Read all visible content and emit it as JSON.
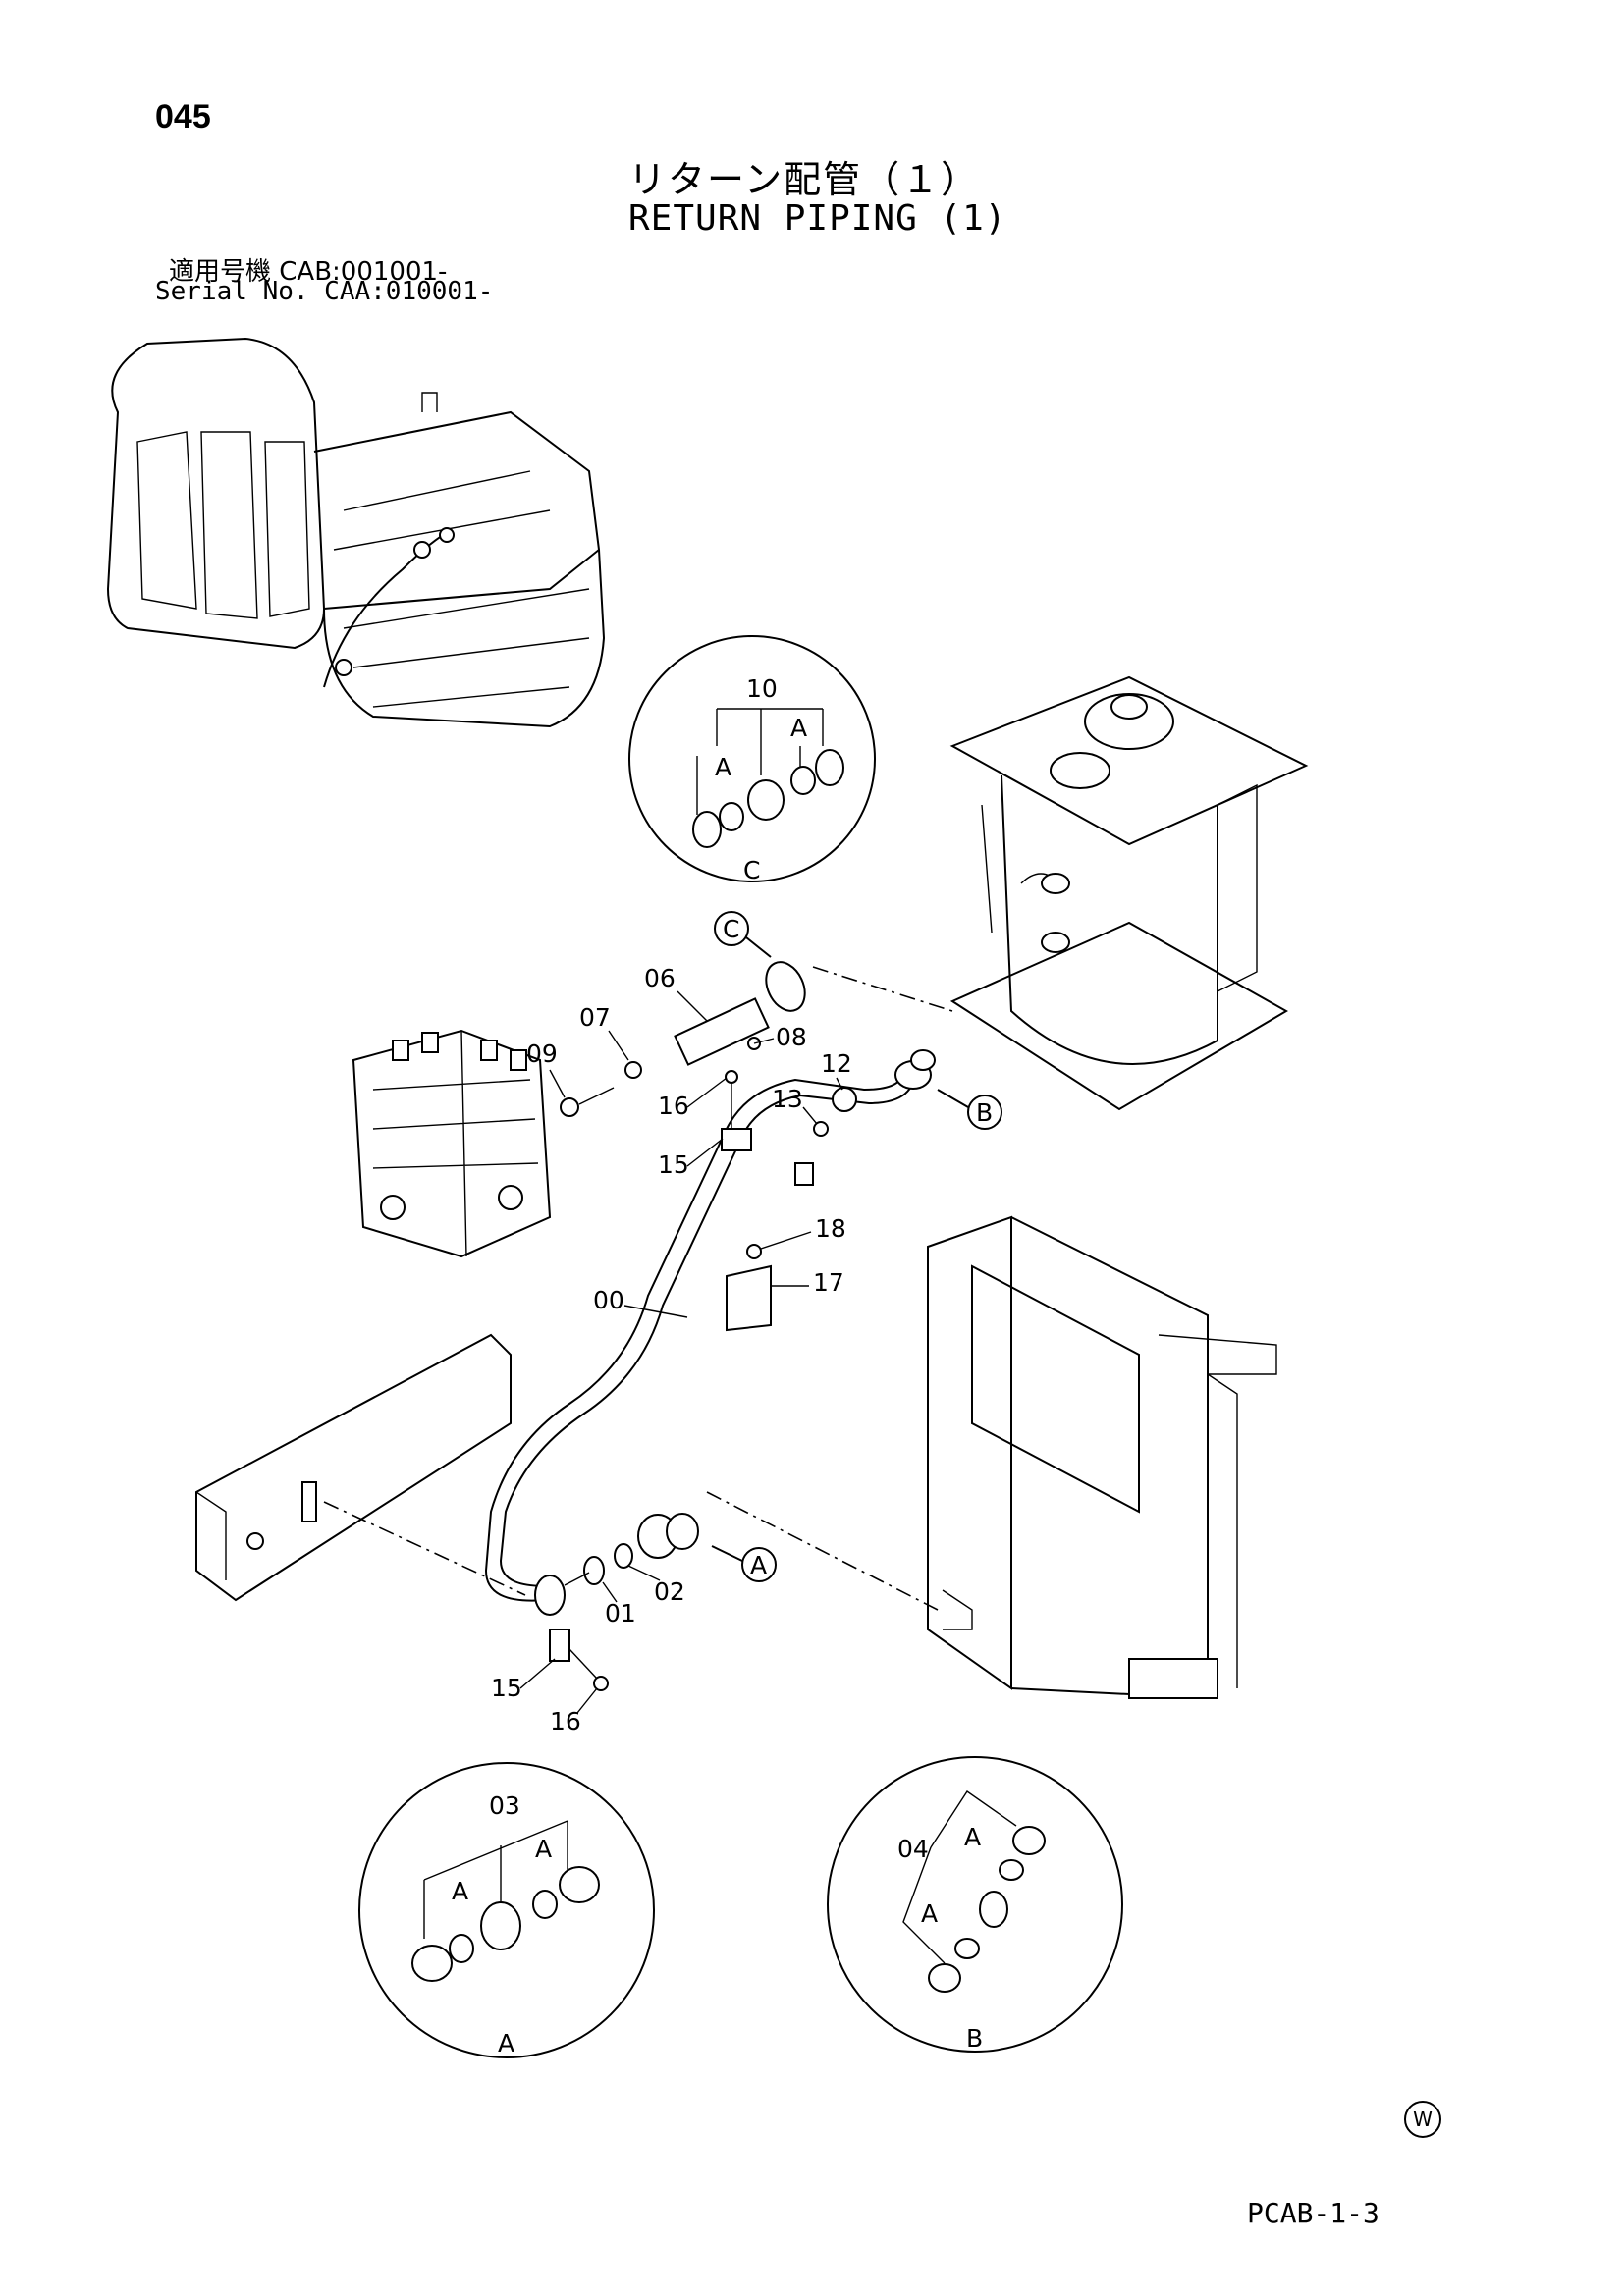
{
  "header": {
    "page_number": "045",
    "title_ja": "リターン配管（１）",
    "title_en": "RETURN PIPING (1)",
    "serial_ja": "適用号機 CAB:001001-",
    "serial_en": "Serial No. CAA:010001-"
  },
  "callouts": {
    "p00": "00",
    "p01": "01",
    "p02": "02",
    "p03": "03",
    "p04": "04",
    "p06": "06",
    "p07": "07",
    "p08": "08",
    "p09": "09",
    "p10": "10",
    "p12": "12",
    "p13": "13",
    "p15a": "15",
    "p15b": "15",
    "p16a": "16",
    "p16b": "16",
    "p17": "17",
    "p18": "18"
  },
  "detail_refs": {
    "ref_a": "A",
    "ref_b": "B",
    "ref_c": "C",
    "detail_a_title": "A",
    "detail_b_title": "B",
    "detail_c_title": "C",
    "detail_a_sub1": "A",
    "detail_a_sub2": "A",
    "detail_b_sub1": "A",
    "detail_b_sub2": "A",
    "detail_c_sub1": "A",
    "detail_c_sub2": "A"
  },
  "footer": {
    "doc_code": "PCAB-1-3",
    "mark": "W"
  }
}
